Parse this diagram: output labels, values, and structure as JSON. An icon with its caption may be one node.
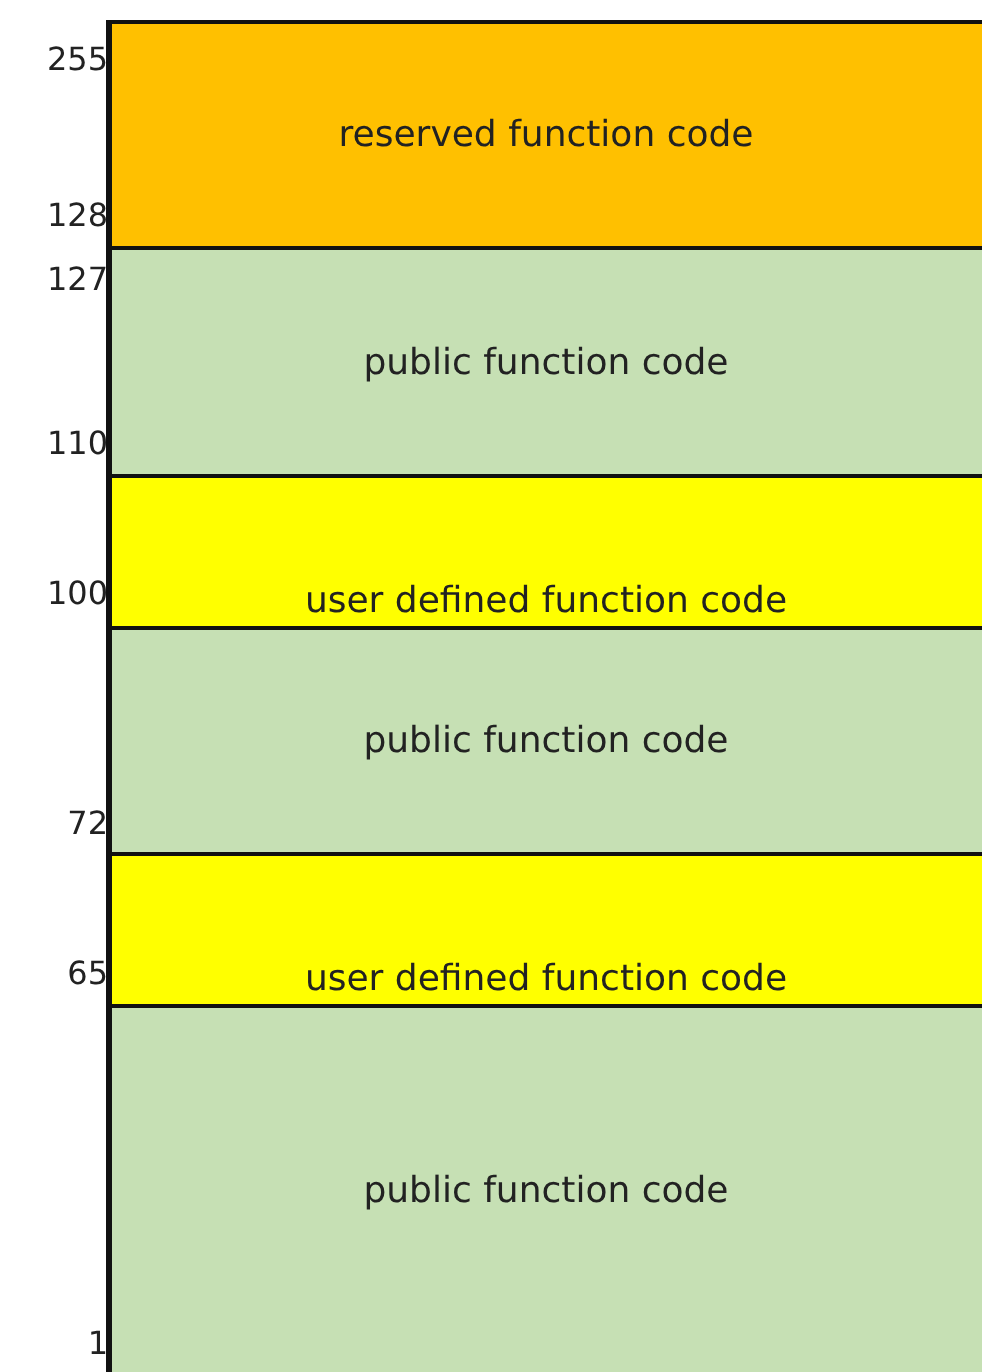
{
  "diagram": {
    "nodes": [
      {
        "text": [
          "reserved function code"
        ]
      },
      {
        "text": [
          "public function code"
        ]
      },
      {
        "text": [
          "user defined function code"
        ]
      },
      {
        "text": [
          "public function code"
        ]
      },
      {
        "text": [
          "user defined function code"
        ]
      },
      {
        "text": [
          "public function code"
        ]
      }
    ],
    "labels": [
      "255",
      "128",
      "127",
      "110",
      "100",
      "72",
      "65",
      "1"
    ]
  }
}
